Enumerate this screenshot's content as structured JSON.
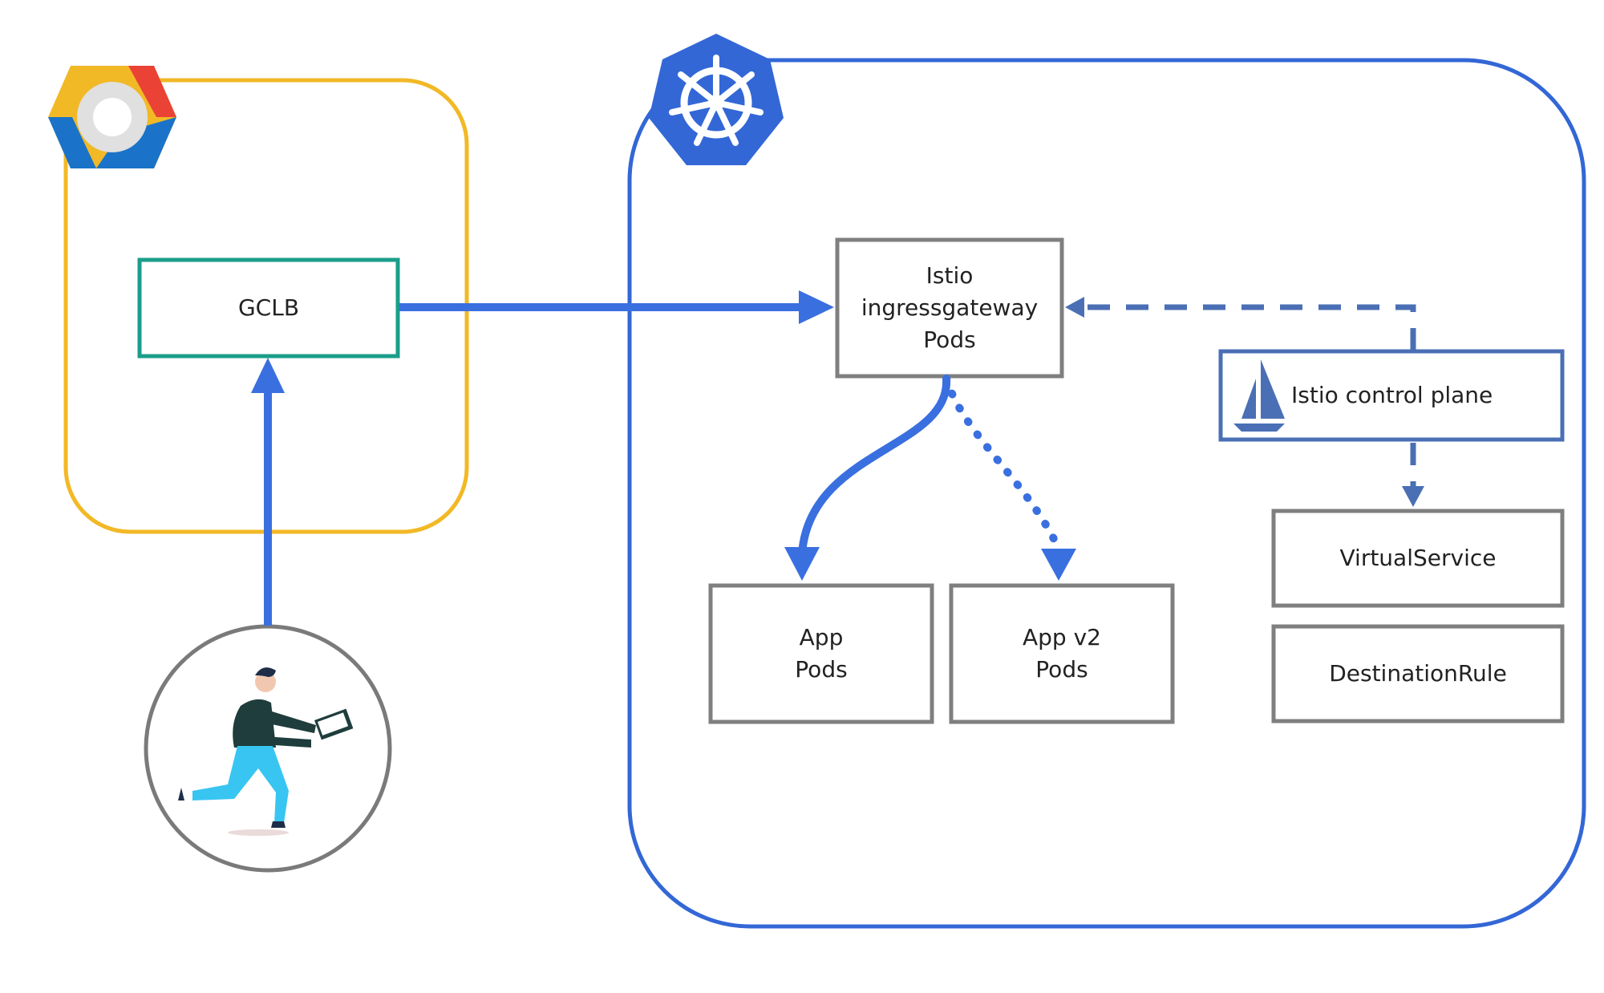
{
  "gcp": {
    "logo_icon": "google-cloud-hexagon-icon",
    "frame_color": "#F2B926",
    "gclb_label": "GCLB",
    "gclb_color": "#1A9E8A"
  },
  "user": {
    "icon": "person-with-laptop-icon",
    "ring_color": "#7A7A7A"
  },
  "kubernetes": {
    "logo_icon": "kubernetes-helm-icon",
    "frame_color": "#3367D6",
    "ingress": {
      "line1": "Istio",
      "line2": "ingressgateway",
      "line3": "Pods"
    },
    "app_pods": {
      "line1": "App",
      "line2": "Pods"
    },
    "app_v2_pods": {
      "line1": "App v2",
      "line2": "Pods"
    },
    "control_plane": {
      "icon": "istio-sail-icon",
      "label": "Istio control plane",
      "color": "#4A6FB5"
    },
    "virtual_service": "VirtualService",
    "destination_rule": "DestinationRule",
    "box_color": "#7F7F7F",
    "arrow_color": "#3A6FE0"
  }
}
